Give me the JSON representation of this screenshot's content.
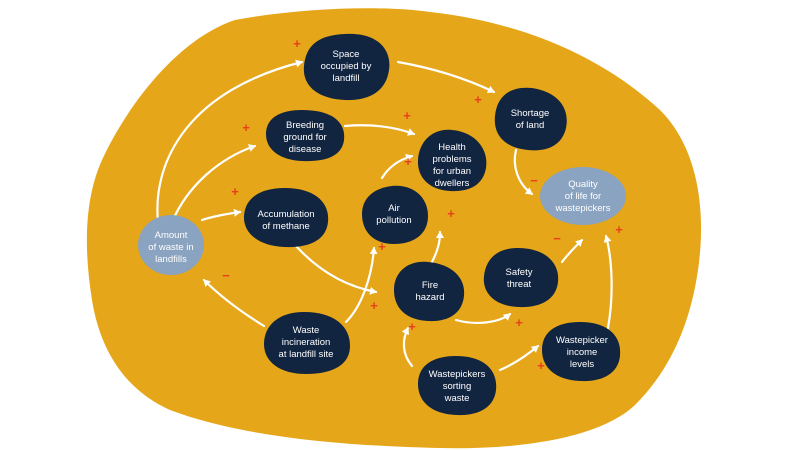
{
  "colors": {
    "background": "#e5a619",
    "page": "#ffffff",
    "node_dark": "#112440",
    "node_light": "#8aa3c0",
    "arrow": "#ffffff",
    "sign": "#e8401c",
    "label": "#ffffff"
  },
  "nodes": {
    "space_occupied": [
      "Space",
      "occupied by",
      "landfill"
    ],
    "shortage_land": [
      "Shortage",
      "of land"
    ],
    "breeding_ground": [
      "Breeding",
      "ground for",
      "disease"
    ],
    "health_problems": [
      "Health",
      "problems",
      "for urban",
      "dwellers"
    ],
    "quality_of_life": [
      "Quality",
      "of life for",
      "wastepickers"
    ],
    "amount_waste": [
      "Amount",
      "of waste in",
      "landfills"
    ],
    "accumulation_methane": [
      "Accumulation",
      "of methane"
    ],
    "air_pollution": [
      "Air",
      "pollution"
    ],
    "fire_hazard": [
      "Fire",
      "hazard"
    ],
    "safety_threat": [
      "Safety",
      "threat"
    ],
    "waste_incineration": [
      "Waste",
      "incineration",
      "at landfill site"
    ],
    "wastepicker_income": [
      "Wastepicker",
      "income",
      "levels"
    ],
    "wastepickers_sorting": [
      "Wastepickers",
      "sorting",
      "waste"
    ]
  },
  "signs": {
    "plus": "+",
    "minus": "−"
  }
}
